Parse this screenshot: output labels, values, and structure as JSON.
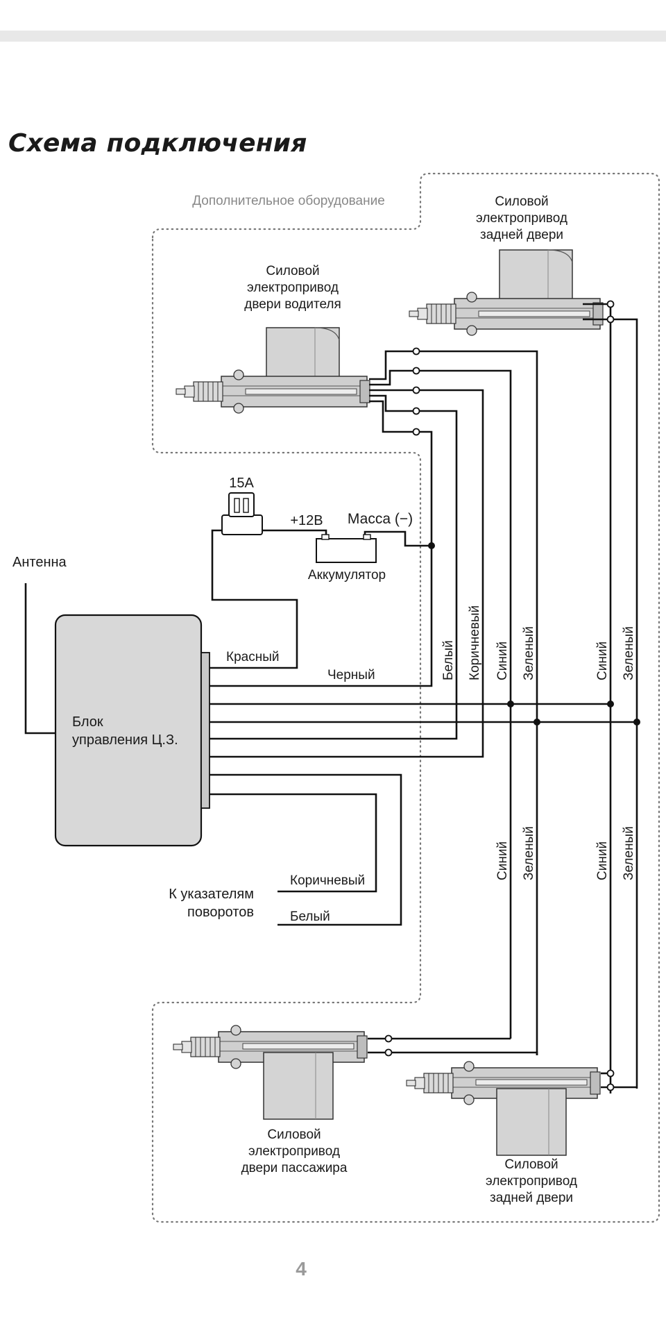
{
  "title": "Схема подключения",
  "page_number": "4",
  "colors": {
    "wire": "#111111",
    "control_unit_fill": "#d8d8d8",
    "actuator_fill": "#d4d4d4",
    "dotted_border": "#777777",
    "page_number": "#9a9a9a"
  },
  "diagram": {
    "optional_equipment_label": "Дополнительное оборудование",
    "driver_door_actuator": {
      "line1": "Силовой",
      "line2": "электропривод",
      "line3": "двери водителя"
    },
    "rear_door_actuator_top": {
      "line1": "Силовой",
      "line2": "электропривод",
      "line3": "задней двери"
    },
    "passenger_door_actuator": {
      "line1": "Силовой",
      "line2": "электропривод",
      "line3": "двери пассажира"
    },
    "rear_door_actuator_bottom": {
      "line1": "Силовой",
      "line2": "электропривод",
      "line3": "задней двери"
    },
    "fuse_label": "15А",
    "plus_label": "+12В",
    "ground_label": "Масса (−)",
    "battery_label": "Аккумулятор",
    "antenna_label": "Антенна",
    "control_unit": {
      "line1": "Блок",
      "line2": "управления Ц.З."
    },
    "turn_signals": {
      "line1": "К указателям",
      "line2": "поворотов"
    },
    "wire_labels": {
      "red": "Красный",
      "black": "Черный",
      "white_vertical": "Белый",
      "brown_vertical": "Коричневый",
      "blue_1": "Синий",
      "green_1": "Зеленый",
      "blue_2": "Синий",
      "green_2": "Зеленый",
      "blue_3": "Синий",
      "green_3": "Зеленый",
      "blue_4": "Синий",
      "green_4": "Зеленый",
      "brown_turn": "Коричневый",
      "white_turn": "Белый"
    }
  }
}
